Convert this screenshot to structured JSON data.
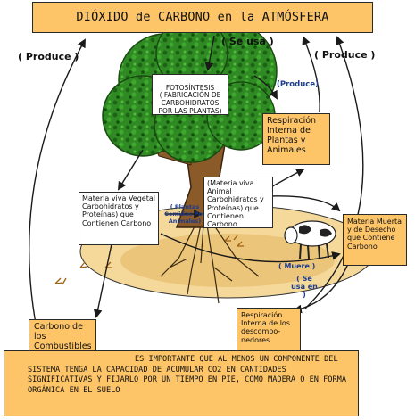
{
  "title": "DIÓXIDO de CARBONO en la ATMÓSFERA",
  "labels": {
    "produce_left": "( Produce )",
    "produce_right": "( Produce )",
    "se_usa": "( Se usa )",
    "produce_small": "(Produce)",
    "plantas_comidas": "( Plantas Comidas Por Animales)",
    "muere": "( Muere )",
    "se_usa_en": "( Se usa en )"
  },
  "boxes": {
    "fotosintesis": "FOTOSÍNTESIS\n( FABRICACIÓN DE CARBOHIDRATOS POR LAS PLANTAS)",
    "respiracion_plantas": "Respiración Interna de Plantas y Animales",
    "materia_vegetal": "Materia viva Vegetal Carbohidratos y Proteínas) que Contienen Carbono",
    "materia_animal": "(Materia viva Animal Carbohidratos y Proteínas) que Contienen Carbono",
    "materia_muerta": "Materia Muerta y de Desecho que Contiene Carbono",
    "carbono_fosiles": "Carbono de los Combustibles Fósiles",
    "respiracion_descomp": "Respiración Interna de los descompo-nedores",
    "note": "ES IMPORTANTE QUE AL MENOS UN COMPONENTE DEL SISTEMA TENGA LA CAPACIDAD DE ACUMULAR CO2 EN CANTIDADES SIGNIFICATIVAS Y FIJARLO POR UN TIEMPO EN PIE, COMO MADERA O EN FORMA ORGÁNICA EN EL SUELO"
  },
  "colors": {
    "box_orange": "#fdc468",
    "foliage": "#2f8a23",
    "trunk": "#7a4a1c",
    "ground": "#f0cf88",
    "arrow": "#1a1a1a"
  }
}
